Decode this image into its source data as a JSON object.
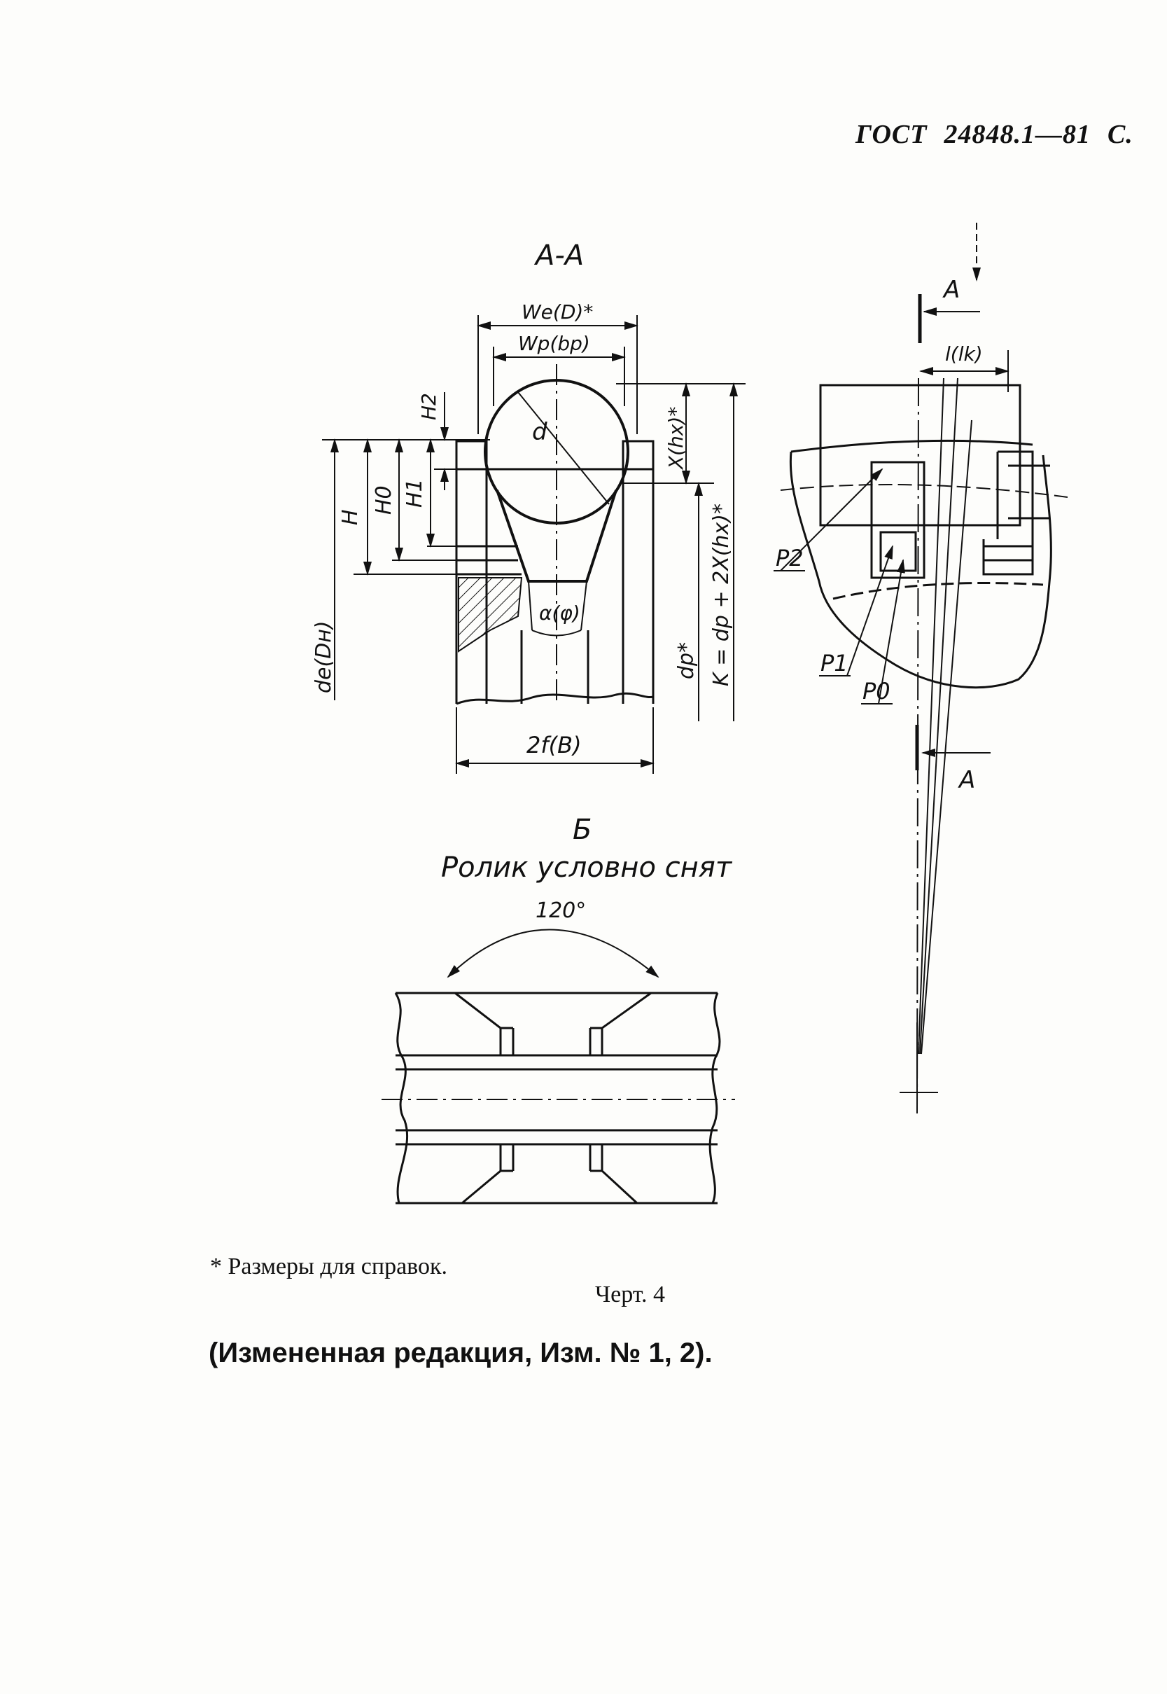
{
  "header": {
    "standard": "ГОСТ",
    "number": "24848.1—81",
    "page_prefix": "С."
  },
  "drawing": {
    "section_aa": {
      "title": "А-А",
      "labels": {
        "we": "We(D)*",
        "wp": "Wp(bp)",
        "h2": "H2",
        "d": "d",
        "x_hx": "X(hx)*",
        "k_formula": "K = dp + 2X(hx)*",
        "h": "H",
        "h0": "H0",
        "h1": "H1",
        "de": "de(Dн)",
        "alpha": "α(φ)",
        "dp": "dp*",
        "two_f": "2f(B)"
      }
    },
    "view_b": {
      "title": "Б",
      "subtitle": "Ролик условно снят",
      "angle": "120°"
    },
    "side_view": {
      "labels": {
        "a_top": "А",
        "l_lk": "l(lk)",
        "p2": "P2",
        "p1": "P1",
        "p0": "P0",
        "a_bottom": "А"
      }
    }
  },
  "footnote": "* Размеры для справок.",
  "figure_caption": "Черт. 4",
  "revision_note": "(Измененная редакция, Изм. № 1, 2)."
}
